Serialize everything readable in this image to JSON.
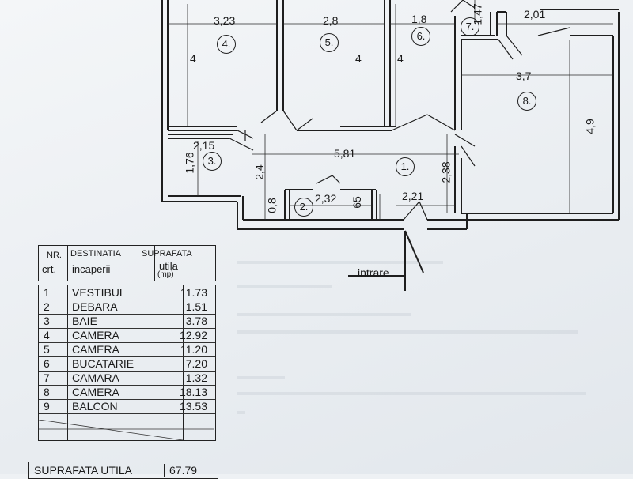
{
  "plan": {
    "dims": {
      "d323": "3,23",
      "d28": "2,8",
      "d18": "1,8",
      "d147": "1,47",
      "d201": "2,01",
      "h4a": "4",
      "h4b": "4",
      "h4c": "4",
      "d37": "3,7",
      "d49": "4,9",
      "d215": "2,15",
      "d176": "1,76",
      "d581": "5,81",
      "d24": "2,4",
      "d238": "2,38",
      "d08": "0,8",
      "d232": "2,32",
      "d65": "65",
      "d221": "2,21"
    },
    "room_numbers": [
      "1.",
      "2.",
      "3.",
      "4.",
      "5.",
      "6.",
      "7.",
      "8."
    ],
    "entrance_label": "intrare"
  },
  "table": {
    "header": {
      "nr": "NR.",
      "crt": "crt.",
      "destinatia": "DESTINATIA",
      "incaperii": "incaperii",
      "suprafata": "SUPRAFATA",
      "utila": "utila",
      "mp": "(mp)"
    },
    "rows": [
      {
        "nr": "1",
        "name": "VESTIBUL",
        "area": "11.73"
      },
      {
        "nr": "2",
        "name": "DEBARA",
        "area": "1.51"
      },
      {
        "nr": "3",
        "name": "BAIE",
        "area": "3.78"
      },
      {
        "nr": "4",
        "name": "CAMERA",
        "area": "12.92"
      },
      {
        "nr": "5",
        "name": "CAMERA",
        "area": "11.20"
      },
      {
        "nr": "6",
        "name": "BUCATARIE",
        "area": "7.20"
      },
      {
        "nr": "7",
        "name": "CAMARA",
        "area": "1.32"
      },
      {
        "nr": "8",
        "name": "CAMERA",
        "area": "18.13"
      },
      {
        "nr": "9",
        "name": "BALCON",
        "area": "13.53"
      }
    ],
    "total_label": "SUPRAFATA UTILA",
    "total_value": "67.79"
  }
}
